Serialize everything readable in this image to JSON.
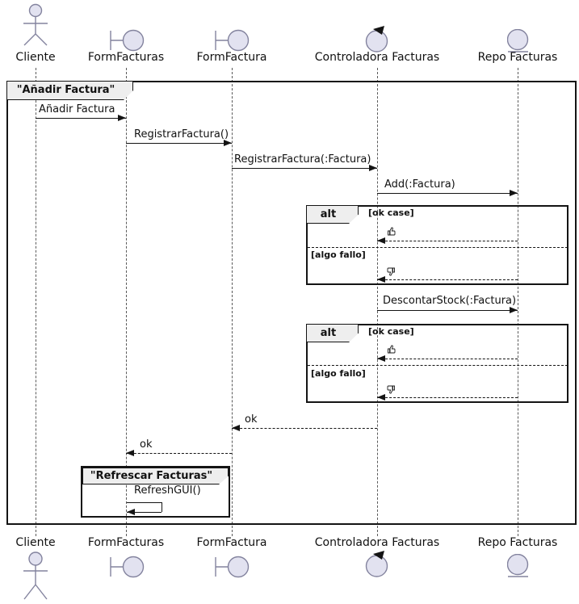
{
  "main_frame": {
    "label": "\"Añadir Factura\""
  },
  "inner_frame": {
    "label": "\"Refrescar Facturas\""
  },
  "participants": [
    {
      "name": "Cliente",
      "kind": "actor"
    },
    {
      "name": "FormFacturas",
      "kind": "boundary"
    },
    {
      "name": "FormFactura",
      "kind": "boundary"
    },
    {
      "name": "Controladora Facturas",
      "kind": "control"
    },
    {
      "name": "Repo Facturas",
      "kind": "entity"
    }
  ],
  "messages": {
    "anadir_factura": "Añadir Factura",
    "registrar_factura": "RegistrarFactura()",
    "registrar_factura_arg": "RegistrarFactura(:Factura)",
    "add_factura": "Add(:Factura)",
    "descontar_stock": "DescontarStock(:Factura)",
    "ok_controladora_to_formfactura": "ok",
    "ok_formfactura_to_formfacturas": "ok",
    "refresh_gui": "RefreshGUI()"
  },
  "alt_fragments": [
    {
      "operator": "alt",
      "guard_ok": "[ok case]",
      "response_ok_icon": "thumbs-up",
      "guard_fail": "[algo fallo]",
      "response_fail_icon": "thumbs-down"
    },
    {
      "operator": "alt",
      "guard_ok": "[ok case]",
      "response_ok_icon": "thumbs-up",
      "guard_fail": "[algo fallo]",
      "response_fail_icon": "thumbs-down"
    }
  ],
  "colors": {
    "participant_fill": "#E2E2F0",
    "participant_stroke": "#83839e",
    "frame_tab_bg": "#EEEEEE",
    "line": "#141414"
  }
}
